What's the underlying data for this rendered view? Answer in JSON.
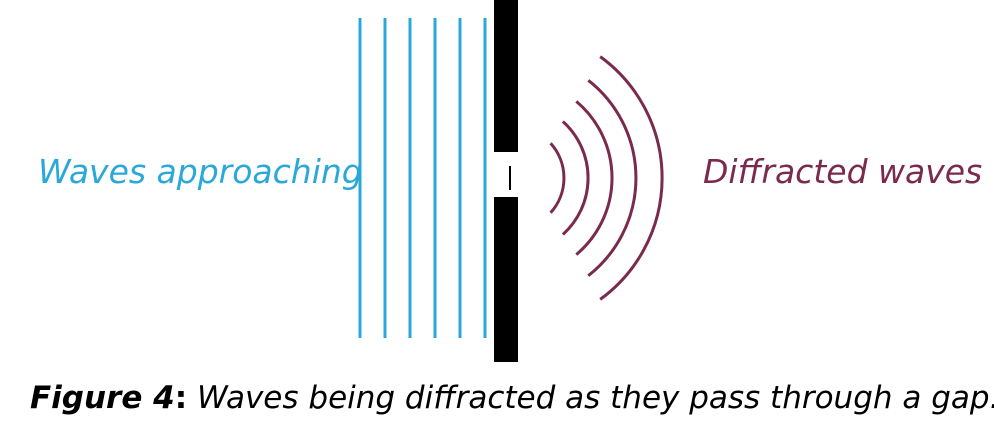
{
  "labels": {
    "incoming": "Waves approaching",
    "diffracted": "Diffracted waves"
  },
  "caption": {
    "figure_label": "Figure 4",
    "separator": ":",
    "text": " Waves being diffracted as they pass through a gap."
  },
  "colors": {
    "incoming_wave": "#2aa8d8",
    "diffracted_wave": "#7a2a4e",
    "barrier": "#000000"
  },
  "diagram": {
    "incoming_wavefront_count": 6,
    "diffracted_wavefront_count": 5
  }
}
